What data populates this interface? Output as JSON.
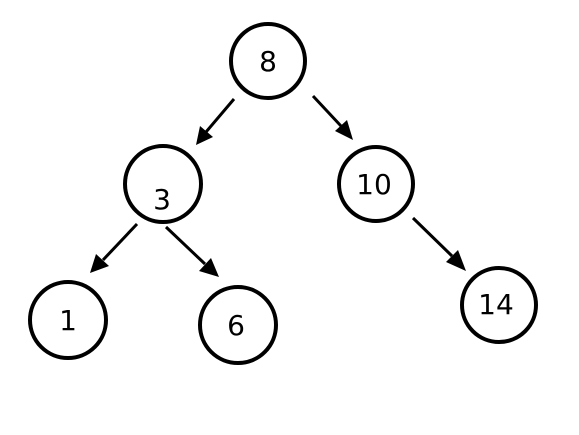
{
  "tree": {
    "nodes": [
      {
        "id": "n8",
        "label": "8"
      },
      {
        "id": "n3",
        "label": "3"
      },
      {
        "id": "n10",
        "label": "10"
      },
      {
        "id": "n1",
        "label": "1"
      },
      {
        "id": "n6",
        "label": "6"
      },
      {
        "id": "n14",
        "label": "14"
      }
    ],
    "edges": [
      {
        "from": "n8",
        "to": "n3"
      },
      {
        "from": "n8",
        "to": "n10"
      },
      {
        "from": "n3",
        "to": "n1"
      },
      {
        "from": "n3",
        "to": "n6"
      },
      {
        "from": "n10",
        "to": "n14"
      }
    ],
    "colors": {
      "stroke": "#000000",
      "fill": "#ffffff",
      "text": "#000000"
    }
  }
}
